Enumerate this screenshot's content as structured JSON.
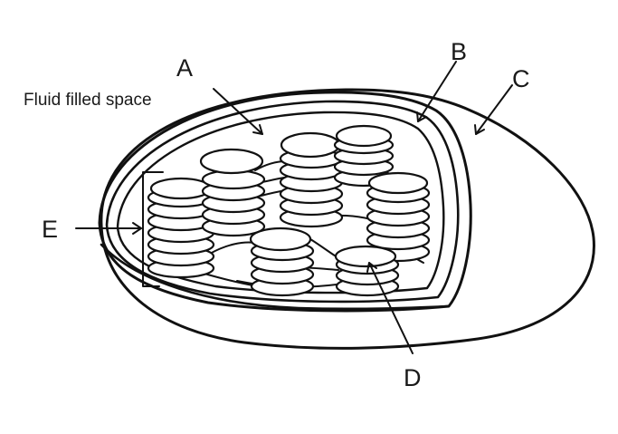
{
  "labels": {
    "a": "A",
    "b": "B",
    "c": "C",
    "d": "D",
    "e": "E",
    "fluid": "Fluid filled space"
  },
  "colors": {
    "stroke": "#111111",
    "background": "#ffffff",
    "text": "#1a1a1a"
  }
}
